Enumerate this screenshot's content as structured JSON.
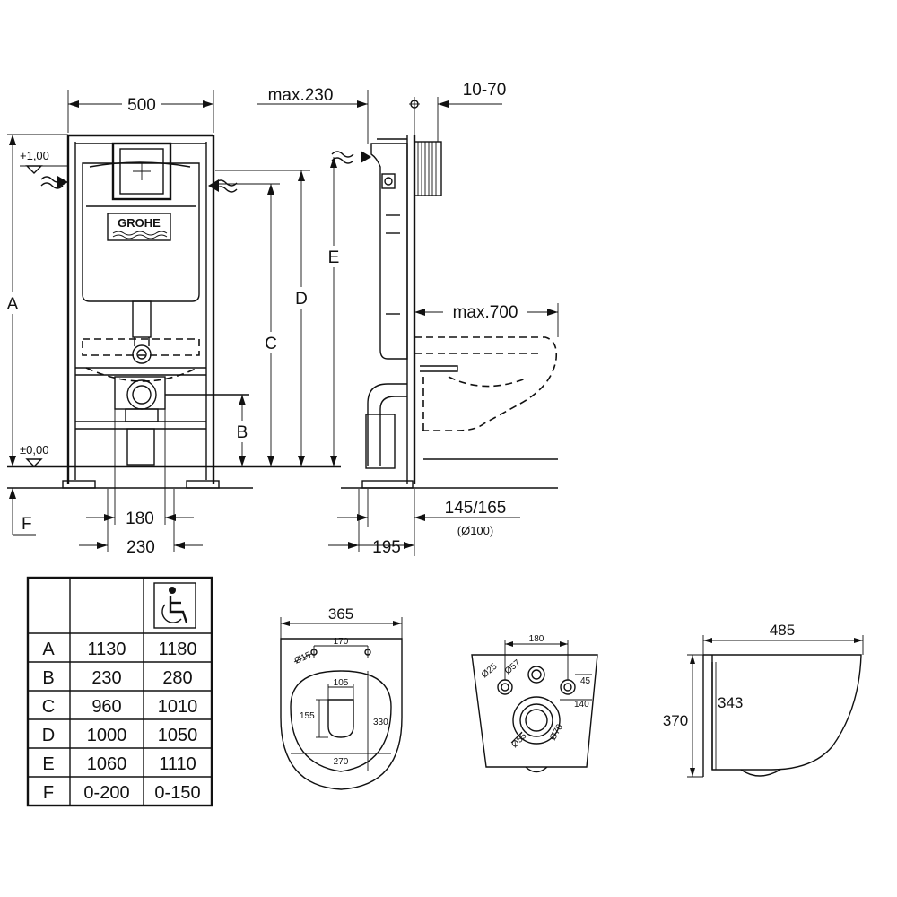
{
  "front_view": {
    "dim_width": "500",
    "level_top": "+1,00",
    "level_bottom": "±0,00",
    "label_A": "A",
    "label_B": "B",
    "label_C": "C",
    "label_D": "D",
    "label_F": "F",
    "dim_180": "180",
    "dim_230": "230",
    "brand": "GROHE"
  },
  "side_view": {
    "dim_max230": "max.230",
    "dim_10_70": "10-70",
    "label_E": "E",
    "dim_max700": "max.700",
    "dim_145_165": "145/165",
    "dim_d100": "(Ø100)",
    "dim_195": "195"
  },
  "dimension_table": {
    "header_accessible_icon": "wheelchair-icon",
    "rows": [
      {
        "key": "A",
        "standard": "1130",
        "accessible": "1180"
      },
      {
        "key": "B",
        "standard": "230",
        "accessible": "280"
      },
      {
        "key": "C",
        "standard": "960",
        "accessible": "1010"
      },
      {
        "key": "D",
        "standard": "1000",
        "accessible": "1050"
      },
      {
        "key": "E",
        "standard": "1060",
        "accessible": "1110"
      },
      {
        "key": "F",
        "standard": "0-200",
        "accessible": "0-150"
      }
    ]
  },
  "bowl_top_view": {
    "dim_365": "365",
    "dim_170": "170",
    "dim_d15": "Ø15",
    "dim_105": "105",
    "dim_155": "155",
    "dim_330": "330",
    "dim_270": "270"
  },
  "bowl_rear_view": {
    "dim_180": "180",
    "dim_d25": "Ø25",
    "dim_d57": "Ø57",
    "dim_45": "45",
    "dim_140": "140",
    "dim_d55": "Ø55",
    "dim_d70": "Ø70"
  },
  "bowl_side_view": {
    "dim_485": "485",
    "dim_370": "370",
    "dim_343": "343"
  }
}
